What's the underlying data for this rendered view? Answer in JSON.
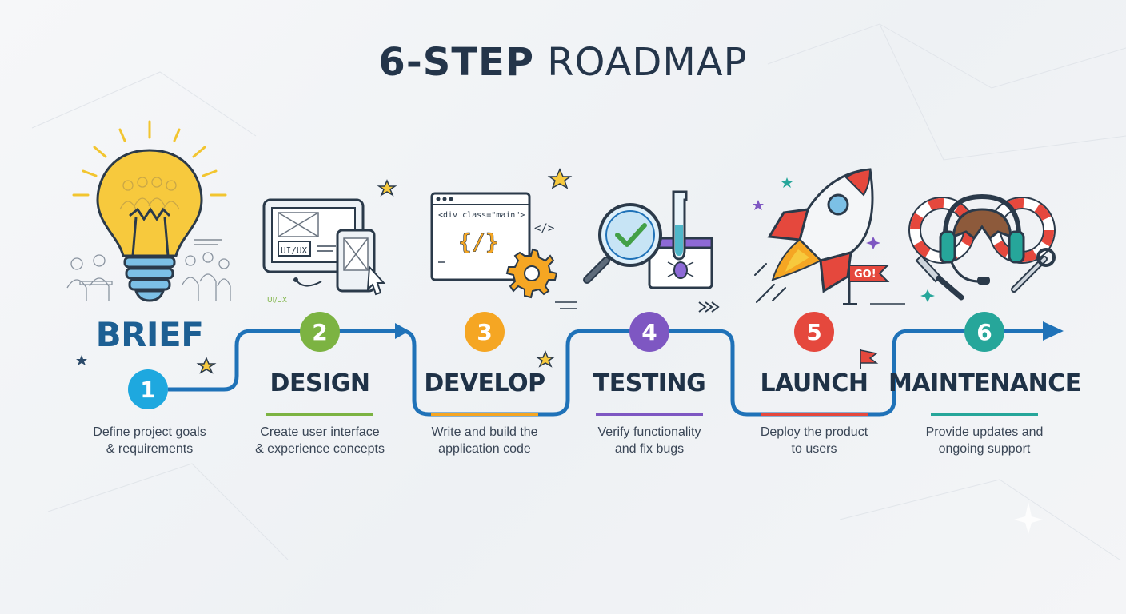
{
  "title": {
    "bold": "6-STEP",
    "light": "ROADMAP"
  },
  "colors": {
    "path": "#1f72b8",
    "step1": "#1ea8df",
    "step2": "#7cb342",
    "step3": "#f5a623",
    "step4": "#7e57c2",
    "step5": "#e5483d",
    "step6": "#26a69a"
  },
  "steps": [
    {
      "number": "1",
      "title": "BRIEF",
      "description_line1": "Define project goals",
      "description_line2": "& requirements",
      "icon": "lightbulb-icon"
    },
    {
      "number": "2",
      "title": "DESIGN",
      "description_line1": "Create user interface",
      "description_line2": "& experience concepts",
      "icon": "ui-devices-icon"
    },
    {
      "number": "3",
      "title": "DEVELOP",
      "description_line1": "Write and build the",
      "description_line2": "application code",
      "icon": "code-window-icon"
    },
    {
      "number": "4",
      "title": "TESTING",
      "description_line1": "Verify functionality",
      "description_line2": "and fix bugs",
      "icon": "magnifier-test-icon"
    },
    {
      "number": "5",
      "title": "LAUNCH",
      "description_line1": "Deploy the product",
      "description_line2": "to users",
      "icon": "rocket-icon"
    },
    {
      "number": "6",
      "title": "MAINTENANCE",
      "description_line1": "Provide updates and",
      "description_line2": "ongoing support",
      "icon": "support-tools-icon"
    }
  ],
  "illustration_text": {
    "ui_ux_screen": "UI/UX",
    "ui_ux_caption": "UI/UX",
    "code_tag": "<div class=\"main\">",
    "code_braces": "{/}",
    "code_close": "</>",
    "go_flag": "GO!"
  }
}
